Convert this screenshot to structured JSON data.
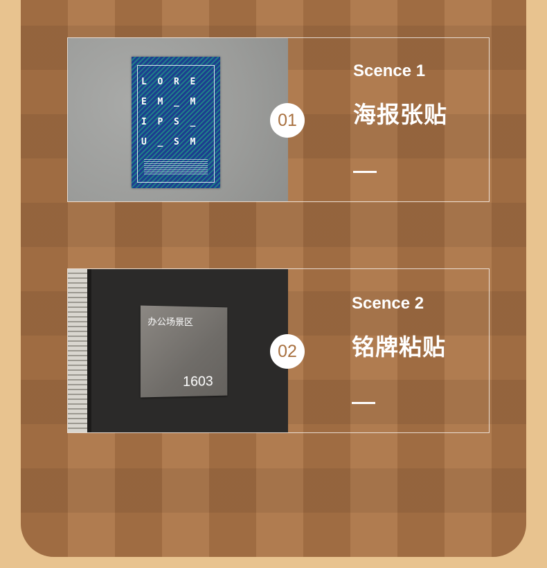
{
  "scenes": [
    {
      "number": "01",
      "title_en": "Scence 1",
      "title_cn": "海报张贴",
      "photo": {
        "poster_text": "L  O  R  E\nE  M  _  M\nI  P  S  _\nU  _  S  M"
      }
    },
    {
      "number": "02",
      "title_en": "Scence 2",
      "title_cn": "铭牌粘贴",
      "photo": {
        "plate_title": "办公场景区",
        "plate_number": "1603"
      }
    }
  ],
  "colors": {
    "background": "#e8c38f",
    "stripe_dark": "#9f6c42",
    "stripe_light": "#b07c50",
    "accent": "#a8703f"
  }
}
